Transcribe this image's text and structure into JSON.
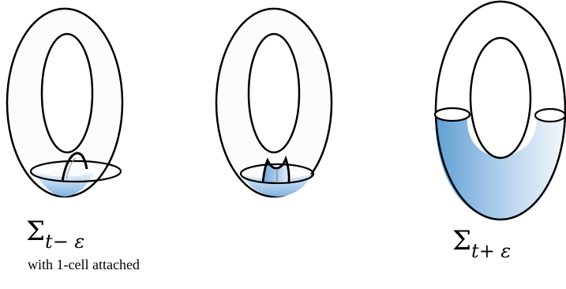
{
  "panels": [
    {
      "id": "left",
      "label_main": "Σ",
      "label_sub": "t− ε",
      "note": "with 1-cell attached"
    },
    {
      "id": "middle"
    },
    {
      "id": "right",
      "label_main": "Σ",
      "label_sub": "t+ ε"
    }
  ],
  "colors": {
    "stroke": "#000000",
    "fill_light": "#f9fbfd",
    "fill_blue_dark": "#5f9fd4",
    "fill_blue_light": "#e4eef9"
  }
}
